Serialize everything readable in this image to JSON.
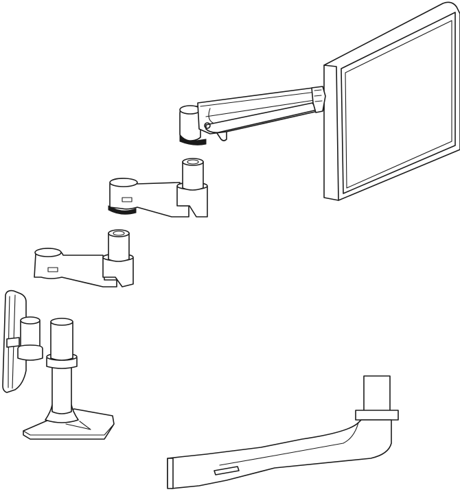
{
  "diagram": {
    "type": "exploded-view line drawing",
    "components": [
      {
        "id": "monitor",
        "icon": "monitor-icon"
      },
      {
        "id": "dynamic-arm",
        "icon": "gas-spring-arm-icon"
      },
      {
        "id": "extension-arm-1",
        "icon": "extension-arm-icon"
      },
      {
        "id": "extension-arm-2",
        "icon": "extension-arm-icon"
      },
      {
        "id": "wall-mount-bracket",
        "icon": "wall-bracket-icon"
      },
      {
        "id": "desk-base-pole",
        "icon": "desk-stand-icon"
      },
      {
        "id": "long-extension-arm",
        "icon": "long-arm-icon"
      }
    ],
    "colors": {
      "line": "#1a1a1a",
      "background": "#ffffff"
    }
  }
}
